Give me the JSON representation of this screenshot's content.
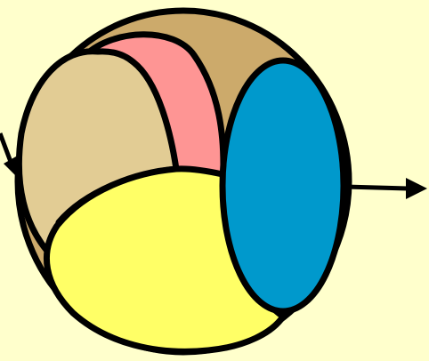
{
  "diagram": {
    "background": "#ffffcc",
    "outline_color": "#000000",
    "regions": [
      {
        "name": "sphere-back",
        "color": "#ccaa6b"
      },
      {
        "name": "left-lobe",
        "color": "#e2cc94"
      },
      {
        "name": "middle-band",
        "color": "#fe9594"
      },
      {
        "name": "yellow-region",
        "color": "#ffff66"
      },
      {
        "name": "blue-ellipse",
        "color": "#0099cc"
      }
    ],
    "arrows": [
      {
        "name": "incoming-arrow",
        "direction": "in",
        "side": "left"
      },
      {
        "name": "outgoing-arrow",
        "direction": "out",
        "side": "right"
      }
    ]
  }
}
